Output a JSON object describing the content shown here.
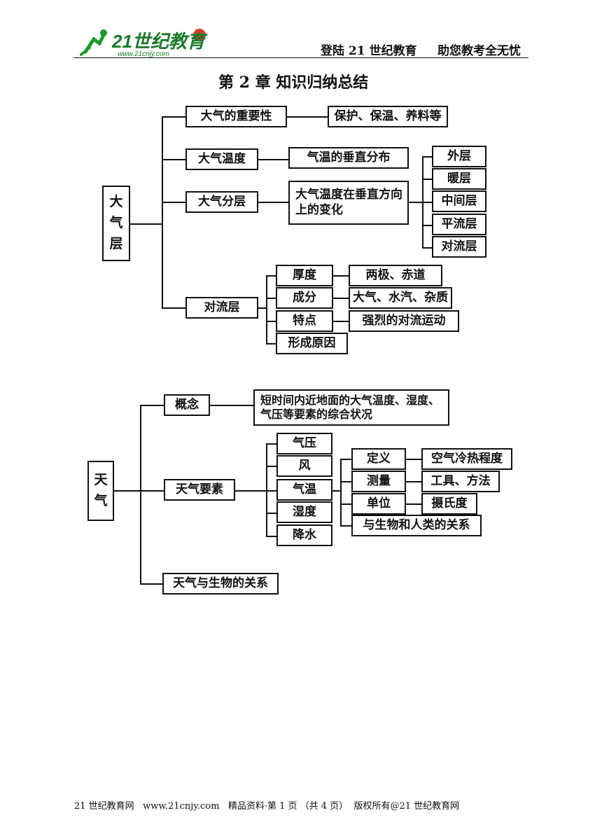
{
  "header": {
    "logo_text": "21世纪教育",
    "logo_url": "www.21cnjy.com",
    "left_text": "登陆 21 世纪教育",
    "right_text": "助您教考全无忧"
  },
  "title": "第 2 章  知识归纳总结",
  "atmosphere": {
    "root": [
      "大",
      "气",
      "层"
    ],
    "importance": "大气的重要性",
    "importance_detail": "保护、保温、养料等",
    "temperature": "大气温度",
    "temperature_detail": "气温的垂直分布",
    "layering": "大气分层",
    "layering_detail": "大气温度在垂直方向上的变化",
    "layers": [
      "外层",
      "暖层",
      "中间层",
      "平流层",
      "对流层"
    ],
    "troposphere": "对流层",
    "tropo_items": [
      "厚度",
      "成分",
      "特点",
      "形成原因"
    ],
    "tropo_details": [
      "两极、赤道",
      "大气、水汽、杂质",
      "强烈的对流运动"
    ]
  },
  "weather": {
    "root": [
      "天",
      "气"
    ],
    "concept": "概念",
    "concept_detail": "短时间内近地面的大气温度、湿度、气压等要素的综合状况",
    "elements": "天气要素",
    "element_items": [
      "气压",
      "风",
      "气温",
      "湿度",
      "降水"
    ],
    "temp_items": [
      "定义",
      "测量",
      "单位"
    ],
    "temp_details": [
      "空气冷热程度",
      "工具、方法",
      "摄氏度"
    ],
    "bio_relation": "与生物和人类的关系",
    "weather_bio": "天气与生物的关系"
  },
  "footer": "21 世纪教育网   www.21cnjy.com   精品资料·第 1 页 （共 4 页）  版权所有@21 世纪教育网"
}
